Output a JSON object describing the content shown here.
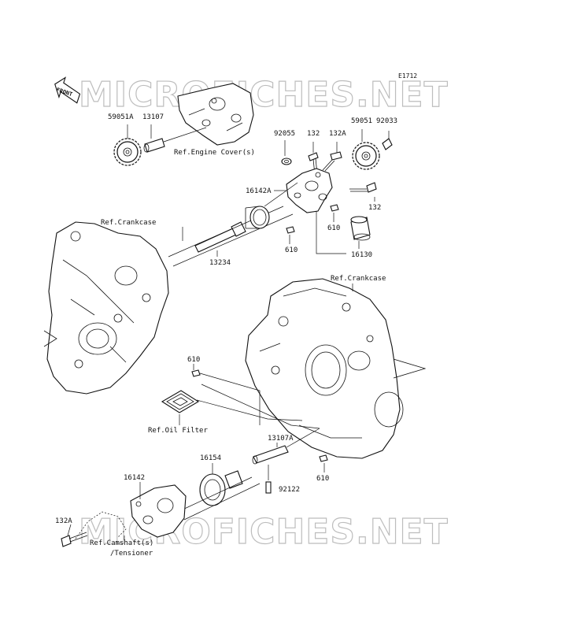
{
  "diagram": {
    "code": "E1712",
    "watermark_text": "MICROFICHES.NET",
    "front_label": "FRONT",
    "labels": {
      "p59051A": "59051A",
      "p13107": "13107",
      "p_ref_engine_cover": "Ref.Engine Cover(s)",
      "p92055": "92055",
      "p132_top": "132",
      "p132A_top": "132A",
      "p59051": "59051",
      "p92033": "92033",
      "p16142A": "16142A",
      "p132_right": "132",
      "p610_right": "610",
      "p16130": "16130",
      "p_ref_crankcase_left": "Ref.Crankcase",
      "p610_mid": "610",
      "p13234": "13234",
      "p_ref_crankcase_right": "Ref.Crankcase",
      "p610_left": "610",
      "p_ref_oil_filter": "Ref.Oil Filter",
      "p13107A": "13107A",
      "p16154": "16154",
      "p16142": "16142",
      "p610_bottom": "610",
      "p92122": "92122",
      "p132A_bottom": "132A",
      "p_ref_camshaft": "Ref.Camshaft(s)",
      "p_tensioner": "/Tensioner"
    }
  }
}
